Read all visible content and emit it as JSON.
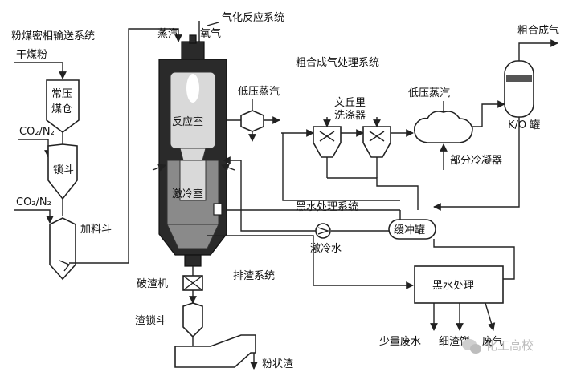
{
  "labels": {
    "coal_transport": "粉煤密相输送系统",
    "dry_coal": "干煤粉",
    "atm_bunker_line1": "常压",
    "atm_bunker_line2": "煤仓",
    "co2n2_top": "CO₂/N₂",
    "lock_hopper": "锁斗",
    "co2n2_bottom": "CO₂/N₂",
    "feed_hopper": "加料斗",
    "steam": "蒸汽",
    "oxygen": "氧气",
    "gasification": "气化反应系统",
    "syngas_treatment": "粗合成气处理系统",
    "low_pressure_steam_left": "低压蒸汽",
    "reaction_chamber": "反应室",
    "quench_chamber": "激冷室",
    "venturi_line1": "文丘里",
    "venturi_line2": "洗涤器",
    "low_pressure_steam_right": "低压蒸汽",
    "partial_condenser": "部分冷凝器",
    "raw_syngas": "粗合成气",
    "ko_drum": "K/O 罐",
    "black_water_system": "黑水处理系统",
    "buffer_tank": "缓冲罐",
    "quench_water": "激冷水",
    "slag_system": "排渣系统",
    "black_water_treatment": "黑水处理",
    "crusher": "破渣机",
    "slag_lock_hopper": "渣锁斗",
    "powder_slag": "粉状渣",
    "waste_water": "少量废水",
    "filter_cake": "细渣饼",
    "waste_gas": "废气",
    "watermark": "化工高校"
  },
  "icons": {
    "watermark_icon": "wechat-icon"
  }
}
